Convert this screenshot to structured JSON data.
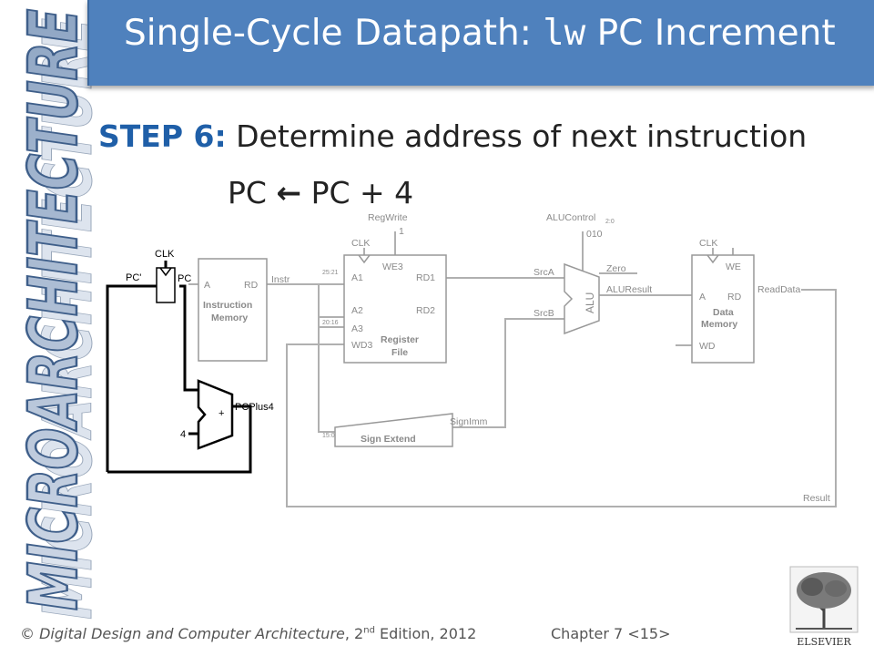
{
  "sidebar": {
    "label": "MICROARCHITECTURE"
  },
  "title": {
    "prefix": "Single-Cycle Datapath: ",
    "mono": "lw",
    "suffix": " PC Increment"
  },
  "step": {
    "label": "STEP 6:",
    "text": " Determine address of next instruction"
  },
  "equation": {
    "left": "PC",
    "arrow": "←",
    "right": "PC + 4"
  },
  "datapath": {
    "clk": "CLK",
    "pc_prime": "PC'",
    "pc": "PC",
    "imem": {
      "a": "A",
      "rd": "RD",
      "name1": "Instruction",
      "name2": "Memory"
    },
    "instr": "Instr",
    "bits_25_21": "25:21",
    "bits_20_16": "20:16",
    "bits_15_0": "15:0",
    "regwrite": "RegWrite",
    "regwrite_val": "1",
    "regfile": {
      "a1": "A1",
      "a2": "A2",
      "a3": "A3",
      "wd3": "WD3",
      "we3": "WE3",
      "rd1": "RD1",
      "rd2": "RD2",
      "name1": "Register",
      "name2": "File"
    },
    "alucontrol": "ALUControl",
    "alucontrol_sub": "2:0",
    "alucontrol_val": "010",
    "srca": "SrcA",
    "srcb": "SrcB",
    "alu": "ALU",
    "zero": "Zero",
    "aluresult": "ALUResult",
    "dmem": {
      "we": "WE",
      "a": "A",
      "rd": "RD",
      "wd": "WD",
      "name1": "Data",
      "name2": "Memory"
    },
    "readdata": "ReadData",
    "signimm": "SignImm",
    "sign_extend": "Sign Extend",
    "result": "Result",
    "four": "4",
    "plus": "+",
    "pcplus4": "PCPlus4"
  },
  "footer": {
    "copy": "© ",
    "book": "Digital Design and Computer Architecture",
    "edition_pre": ", 2",
    "edition_sup": "nd",
    "edition_post": " Edition, 2012"
  },
  "chapter": "Chapter 7 <15>",
  "publisher": "ELSEVIER",
  "icons": {
    "sidebar_text": "vertical-title-text",
    "logo": "elsevier-tree-logo"
  }
}
